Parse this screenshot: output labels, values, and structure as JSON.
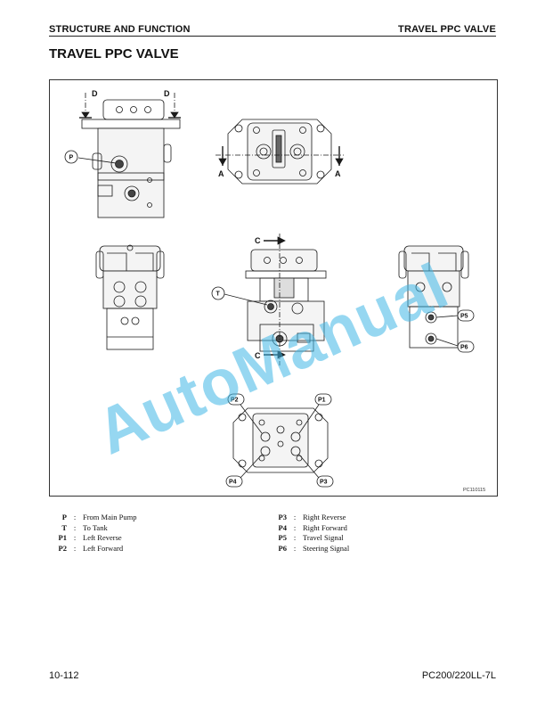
{
  "header": {
    "section": "STRUCTURE AND FUNCTION",
    "topic": "TRAVEL PPC VALVE"
  },
  "title": "TRAVEL PPC VALVE",
  "figure": {
    "figure_id": "PC110115",
    "section_marks": {
      "d": "D",
      "a": "A",
      "c": "C"
    },
    "callouts": {
      "p": "P",
      "t": "T",
      "p1": "P1",
      "p2": "P2",
      "p3": "P3",
      "p4": "P4",
      "p5": "P5",
      "p6": "P6"
    }
  },
  "legend": {
    "left": [
      {
        "code": "P",
        "desc": "From Main Pump"
      },
      {
        "code": "T",
        "desc": "To Tank"
      },
      {
        "code": "P1",
        "desc": "Left Reverse"
      },
      {
        "code": "P2",
        "desc": "Left Forward"
      }
    ],
    "right": [
      {
        "code": "P3",
        "desc": "Right Reverse"
      },
      {
        "code": "P4",
        "desc": "Right Forward"
      },
      {
        "code": "P5",
        "desc": "Travel Signal"
      },
      {
        "code": "P6",
        "desc": "Steering Signal"
      }
    ]
  },
  "watermark": "AutoManual",
  "footer": {
    "page_number": "10-112",
    "model": "PC200/220LL-7L"
  }
}
